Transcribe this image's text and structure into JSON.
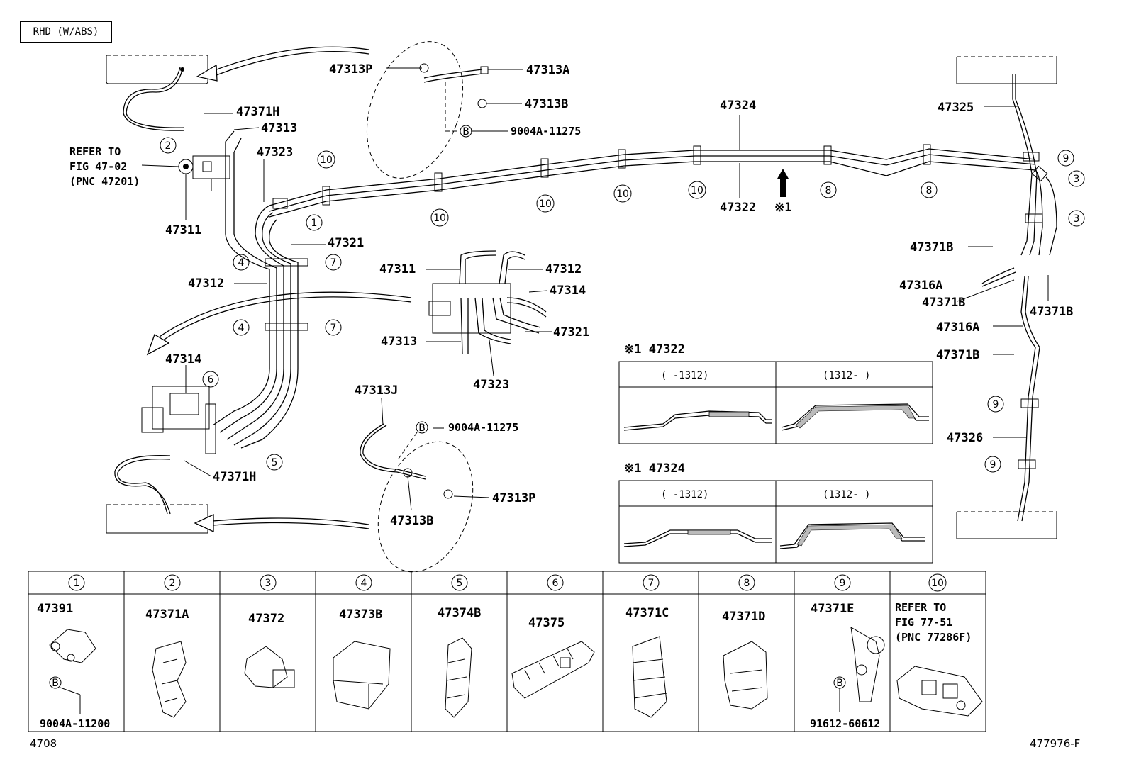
{
  "header": {
    "variant_box": "RHD (W/ABS)"
  },
  "footer": {
    "fig_number": "4708",
    "illustration_id": "477976-F"
  },
  "refer_note": {
    "line1": "REFER TO",
    "line2": "FIG 47-02",
    "line3": "(PNC 47201)"
  },
  "labels": {
    "p47313P_top": "47313P",
    "p47313A": "47313A",
    "p47313B_top": "47313B",
    "p9004A_top": "9004A-11275",
    "p47371H_top": "47371H",
    "p47313_top": "47313",
    "p47323_top": "47323",
    "p47311_left": "47311",
    "p47321_left": "47321",
    "p47312_left": "47312",
    "p47314_left": "47314",
    "p47371H_bot": "47371H",
    "p47311_mid": "47311",
    "p47312_mid": "47312",
    "p47314_mid": "47314",
    "p47313_mid": "47313",
    "p47321_mid": "47321",
    "p47323_mid": "47323",
    "p47313J": "47313J",
    "p9004A_bot": "9004A-11275",
    "p47313P_bot": "47313P",
    "p47313B_bot": "47313B",
    "p47324": "47324",
    "p47322": "47322",
    "note_mark": "※1",
    "p47325": "47325",
    "p47371B_1": "47371B",
    "p47316A_1": "47316A",
    "p47371B_2": "47371B",
    "p47371B_3": "47371B",
    "p47316A_2": "47316A",
    "p47371B_4": "47371B",
    "p47326": "47326"
  },
  "variant_tables": [
    {
      "title": "※1 47322",
      "col1": "(    -1312)",
      "col2": "(1312-    )"
    },
    {
      "title": "※1 47324",
      "col1": "(    -1312)",
      "col2": "(1312-    )"
    }
  ],
  "parts_table": [
    {
      "num": "1",
      "part": "47391",
      "sub": "9004A-11200"
    },
    {
      "num": "2",
      "part": "47371A",
      "sub": ""
    },
    {
      "num": "3",
      "part": "47372",
      "sub": ""
    },
    {
      "num": "4",
      "part": "47373B",
      "sub": ""
    },
    {
      "num": "5",
      "part": "47374B",
      "sub": ""
    },
    {
      "num": "6",
      "part": "47375",
      "sub": ""
    },
    {
      "num": "7",
      "part": "47371C",
      "sub": ""
    },
    {
      "num": "8",
      "part": "47371D",
      "sub": ""
    },
    {
      "num": "9",
      "part": "47371E",
      "sub": "91612-60612"
    },
    {
      "num": "10",
      "part": "REFER TO",
      "part2": "FIG 77-51",
      "part3": "(PNC 77286F)",
      "sub": ""
    }
  ],
  "bolt_mark": "B"
}
